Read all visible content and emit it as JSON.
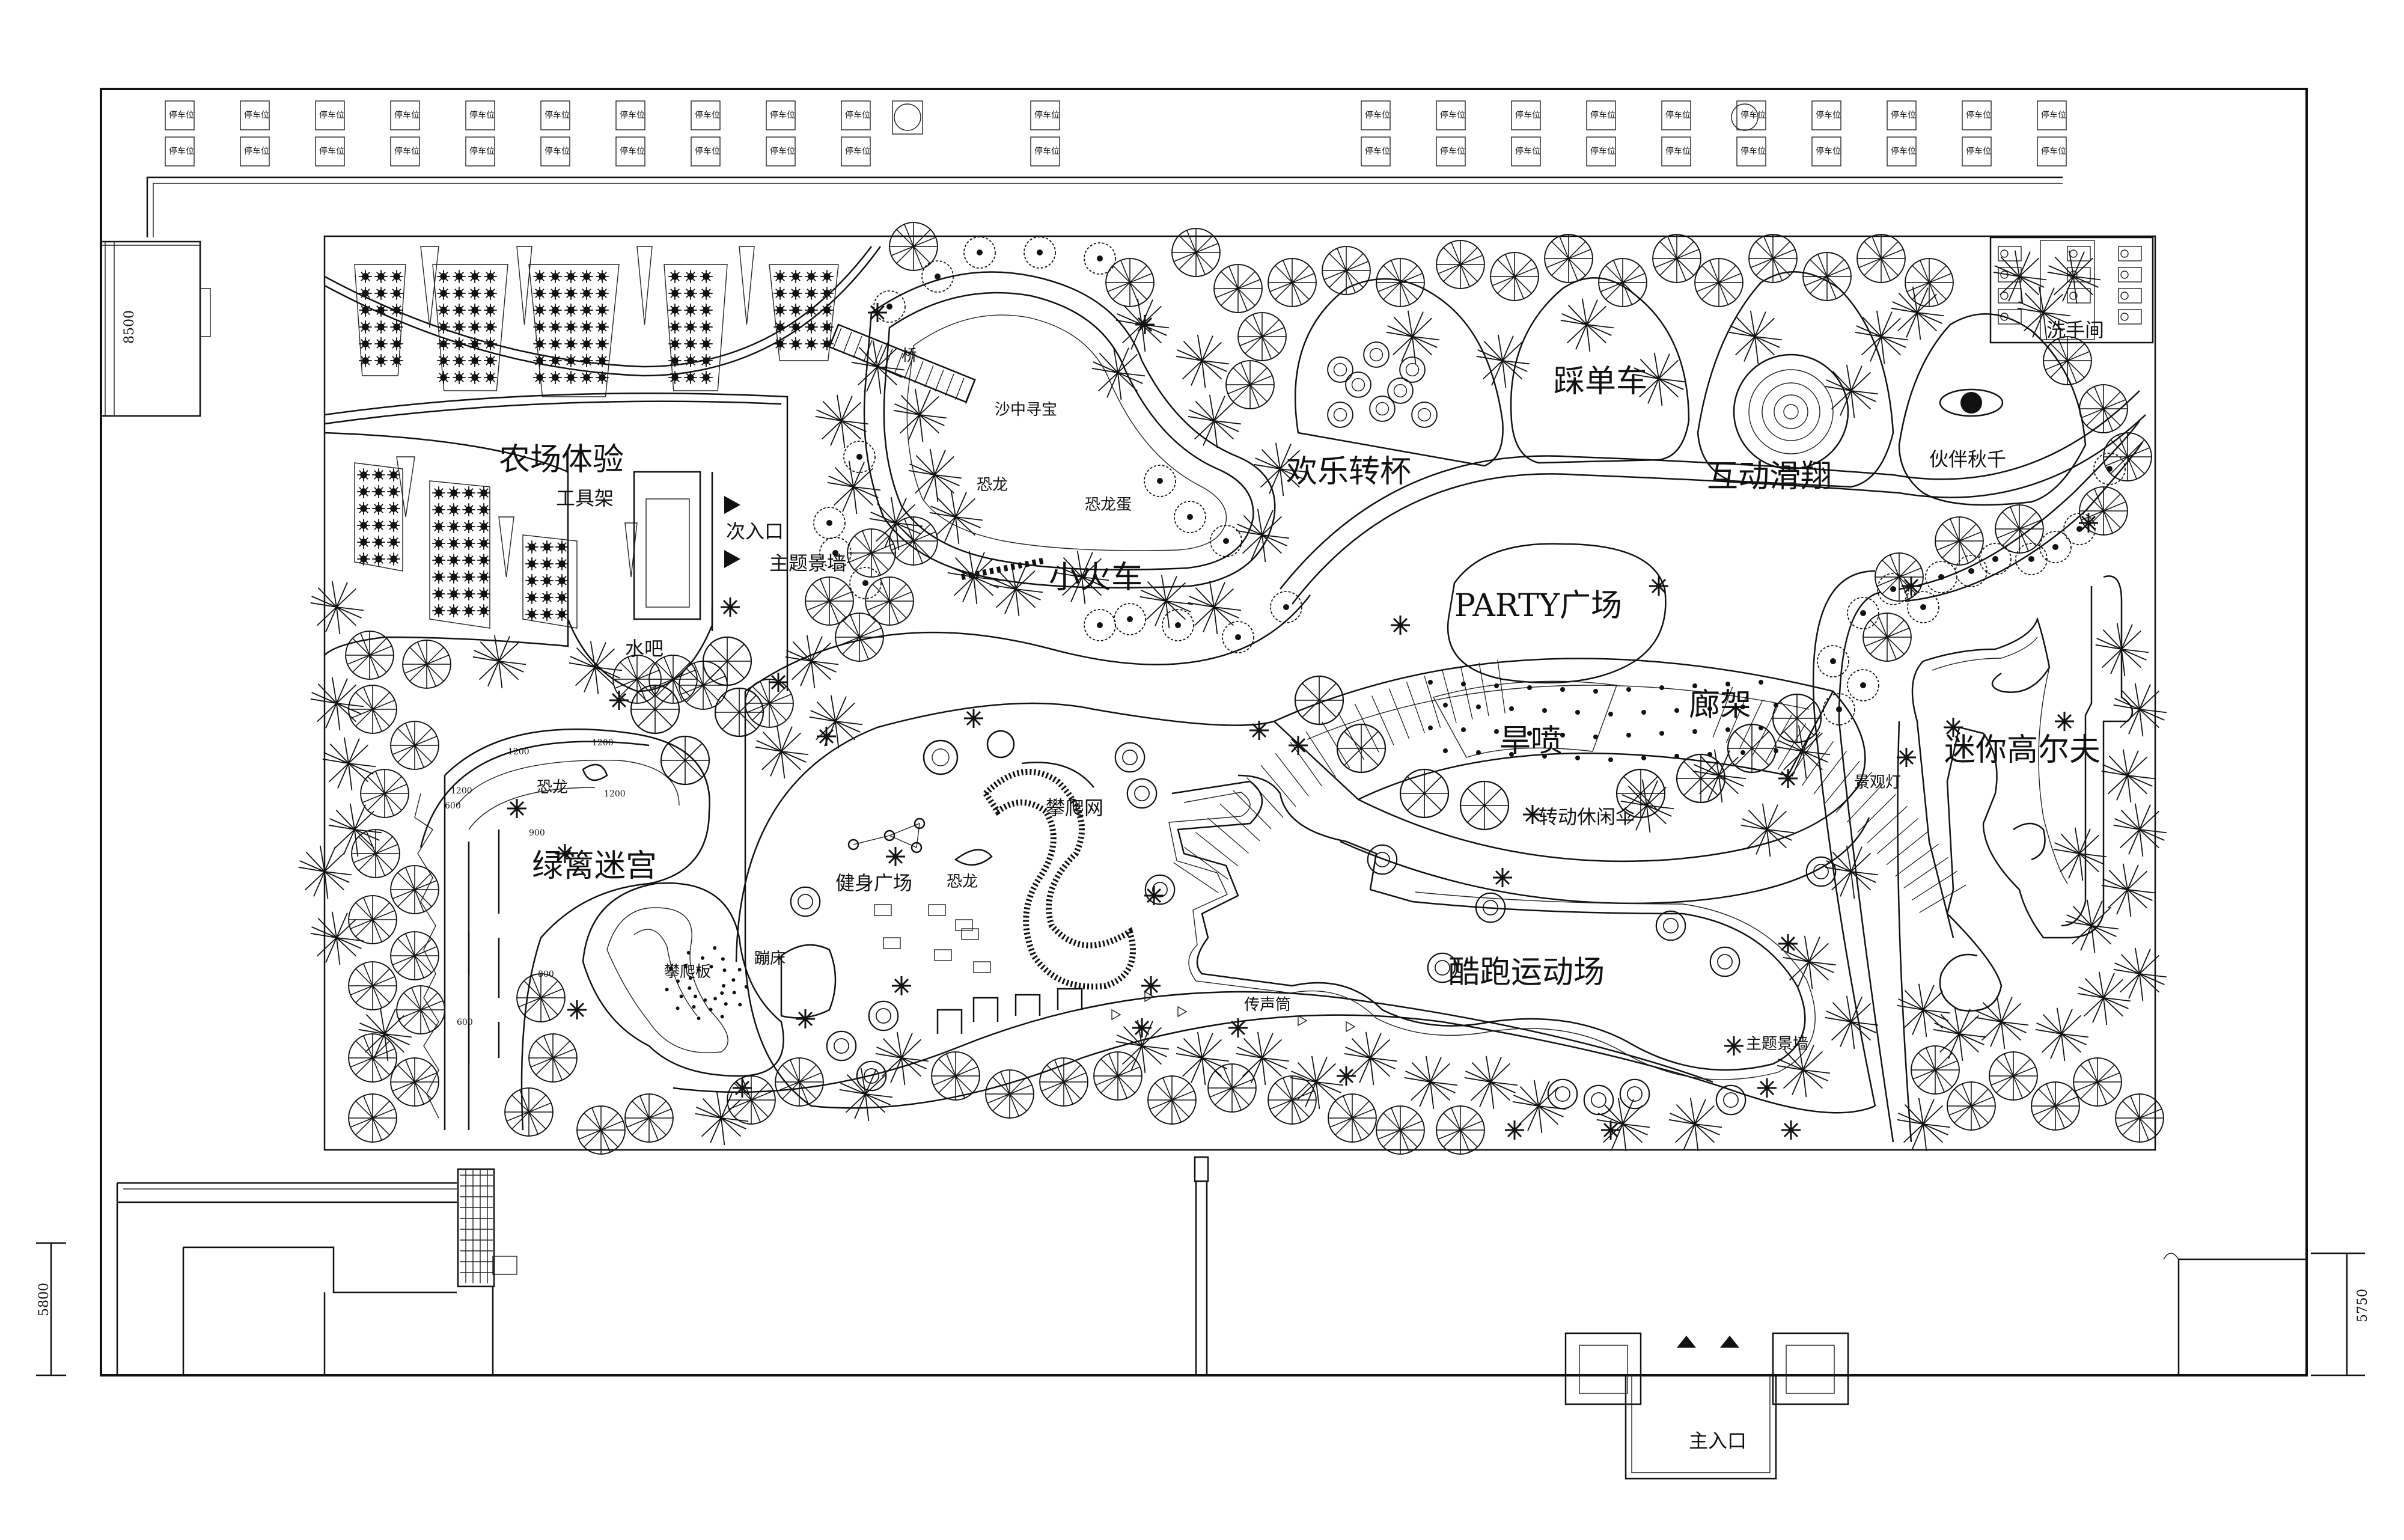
{
  "labels": {
    "farm": "农场体验",
    "tool_rack": "工具架",
    "side_entrance": "次入口",
    "theme_wall_1": "主题景墙",
    "bar": "水吧",
    "bridge": "桥",
    "sand_treasure": "沙中寻宝",
    "dino_sand": "恐龙",
    "dino_egg": "恐龙蛋",
    "train": "小火车",
    "teacup": "欢乐转杯",
    "pedal_car": "踩单车",
    "glide": "互动滑翔",
    "swing": "伙伴秋千",
    "washroom": "洗手间",
    "party": "PARTY广场",
    "pergola": "廊架",
    "dry_fountain": "旱喷",
    "umbrella": "转动休闲伞",
    "maze": "绿篱迷宫",
    "dino_maze": "恐龙",
    "fitness": "健身广场",
    "dino_fit": "恐龙",
    "climb_net": "攀爬网",
    "climb_board": "攀爬板",
    "trampoline": "蹦床",
    "voice_tube": "传声筒",
    "parkour": "酷跑运动场",
    "theme_wall_2": "主题景墙",
    "landscape_lamp": "景观灯",
    "minigolf": "迷你高尔夫",
    "main_entrance": "主入口",
    "parking_left": "停车位",
    "parking_right": "停车位"
  },
  "dimensions": {
    "d8500": "8500",
    "d5800": "5800",
    "d5750": "5750",
    "maze_dims": [
      "1200",
      "1200",
      "1200",
      "900",
      "600",
      "1200",
      "600",
      "800"
    ]
  },
  "icons": {
    "arrow": "triangle-arrow-icon",
    "tree": "tree-canopy-icon",
    "asterisk": "palm-asterisk-icon"
  }
}
